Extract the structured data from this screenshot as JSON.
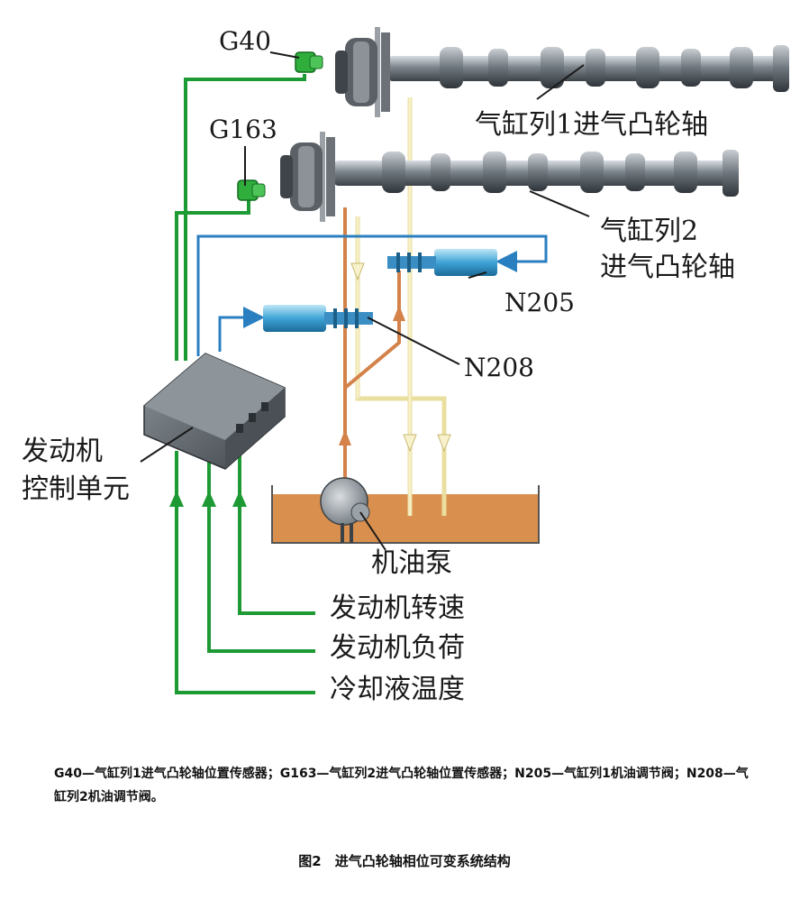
{
  "labels": {
    "g40": "G40",
    "g163": "G163",
    "bank1_cam": "气缸列1进气凸轮轴",
    "bank2_cam_line1": "气缸列2",
    "bank2_cam_line2": "进气凸轮轴",
    "n205": "N205",
    "n208": "N208",
    "ecu_line1": "发动机",
    "ecu_line2": "控制单元",
    "oil_pump": "机油泵",
    "input_speed": "发动机转速",
    "input_load": "发动机负荷",
    "input_coolant": "冷却液温度"
  },
  "caption": "G40—气缸列1进气凸轮轴位置传感器；G163—气缸列2进气凸轮轴位置传感器；N205—气缸列1机油调节阀；N208—气缸列2机油调节阀。",
  "figure_title": "图2　进气凸轮轴相位可变系统结构",
  "colors": {
    "signal_green": "#1e9a35",
    "control_blue": "#2a7fc0",
    "oil_pressure": "#d4824a",
    "oil_return": "#f3e6a8",
    "oil_sump": "#d98f4e",
    "sensor_green": "#2fae3c"
  }
}
